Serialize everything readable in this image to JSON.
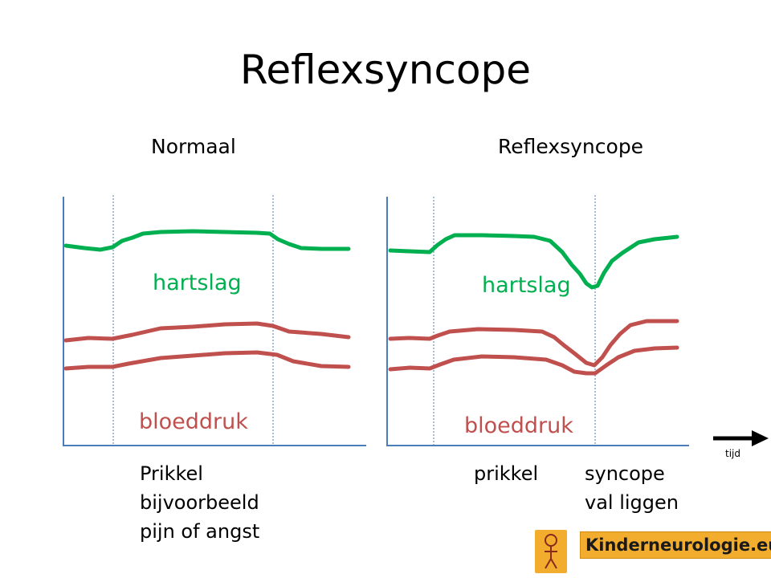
{
  "title": "Reflexsyncope",
  "panels": {
    "left": {
      "title": "Normaal",
      "heart_label": "hartslag",
      "bp_label": "bloeddruk",
      "stimulus_lines": [
        "Prikkel",
        "bijvoorbeeld",
        "pijn of angst"
      ]
    },
    "right": {
      "title": "Reflexsyncope",
      "heart_label": "hartslag",
      "bp_label": "bloeddruk",
      "stimulus_label": "prikkel",
      "syncope_lines": [
        "syncope",
        "val  liggen"
      ]
    }
  },
  "time_axis_label": "tijd",
  "logo": {
    "text": "Kinderneurologie.eu"
  },
  "colors": {
    "heart_rate": "#00b050",
    "blood_pressure": "#c0504d",
    "axis": "#4a7ebb",
    "event_line": "#4a7ebb",
    "arrow": "#000000",
    "logo_bg": "#f2ad2f"
  }
}
